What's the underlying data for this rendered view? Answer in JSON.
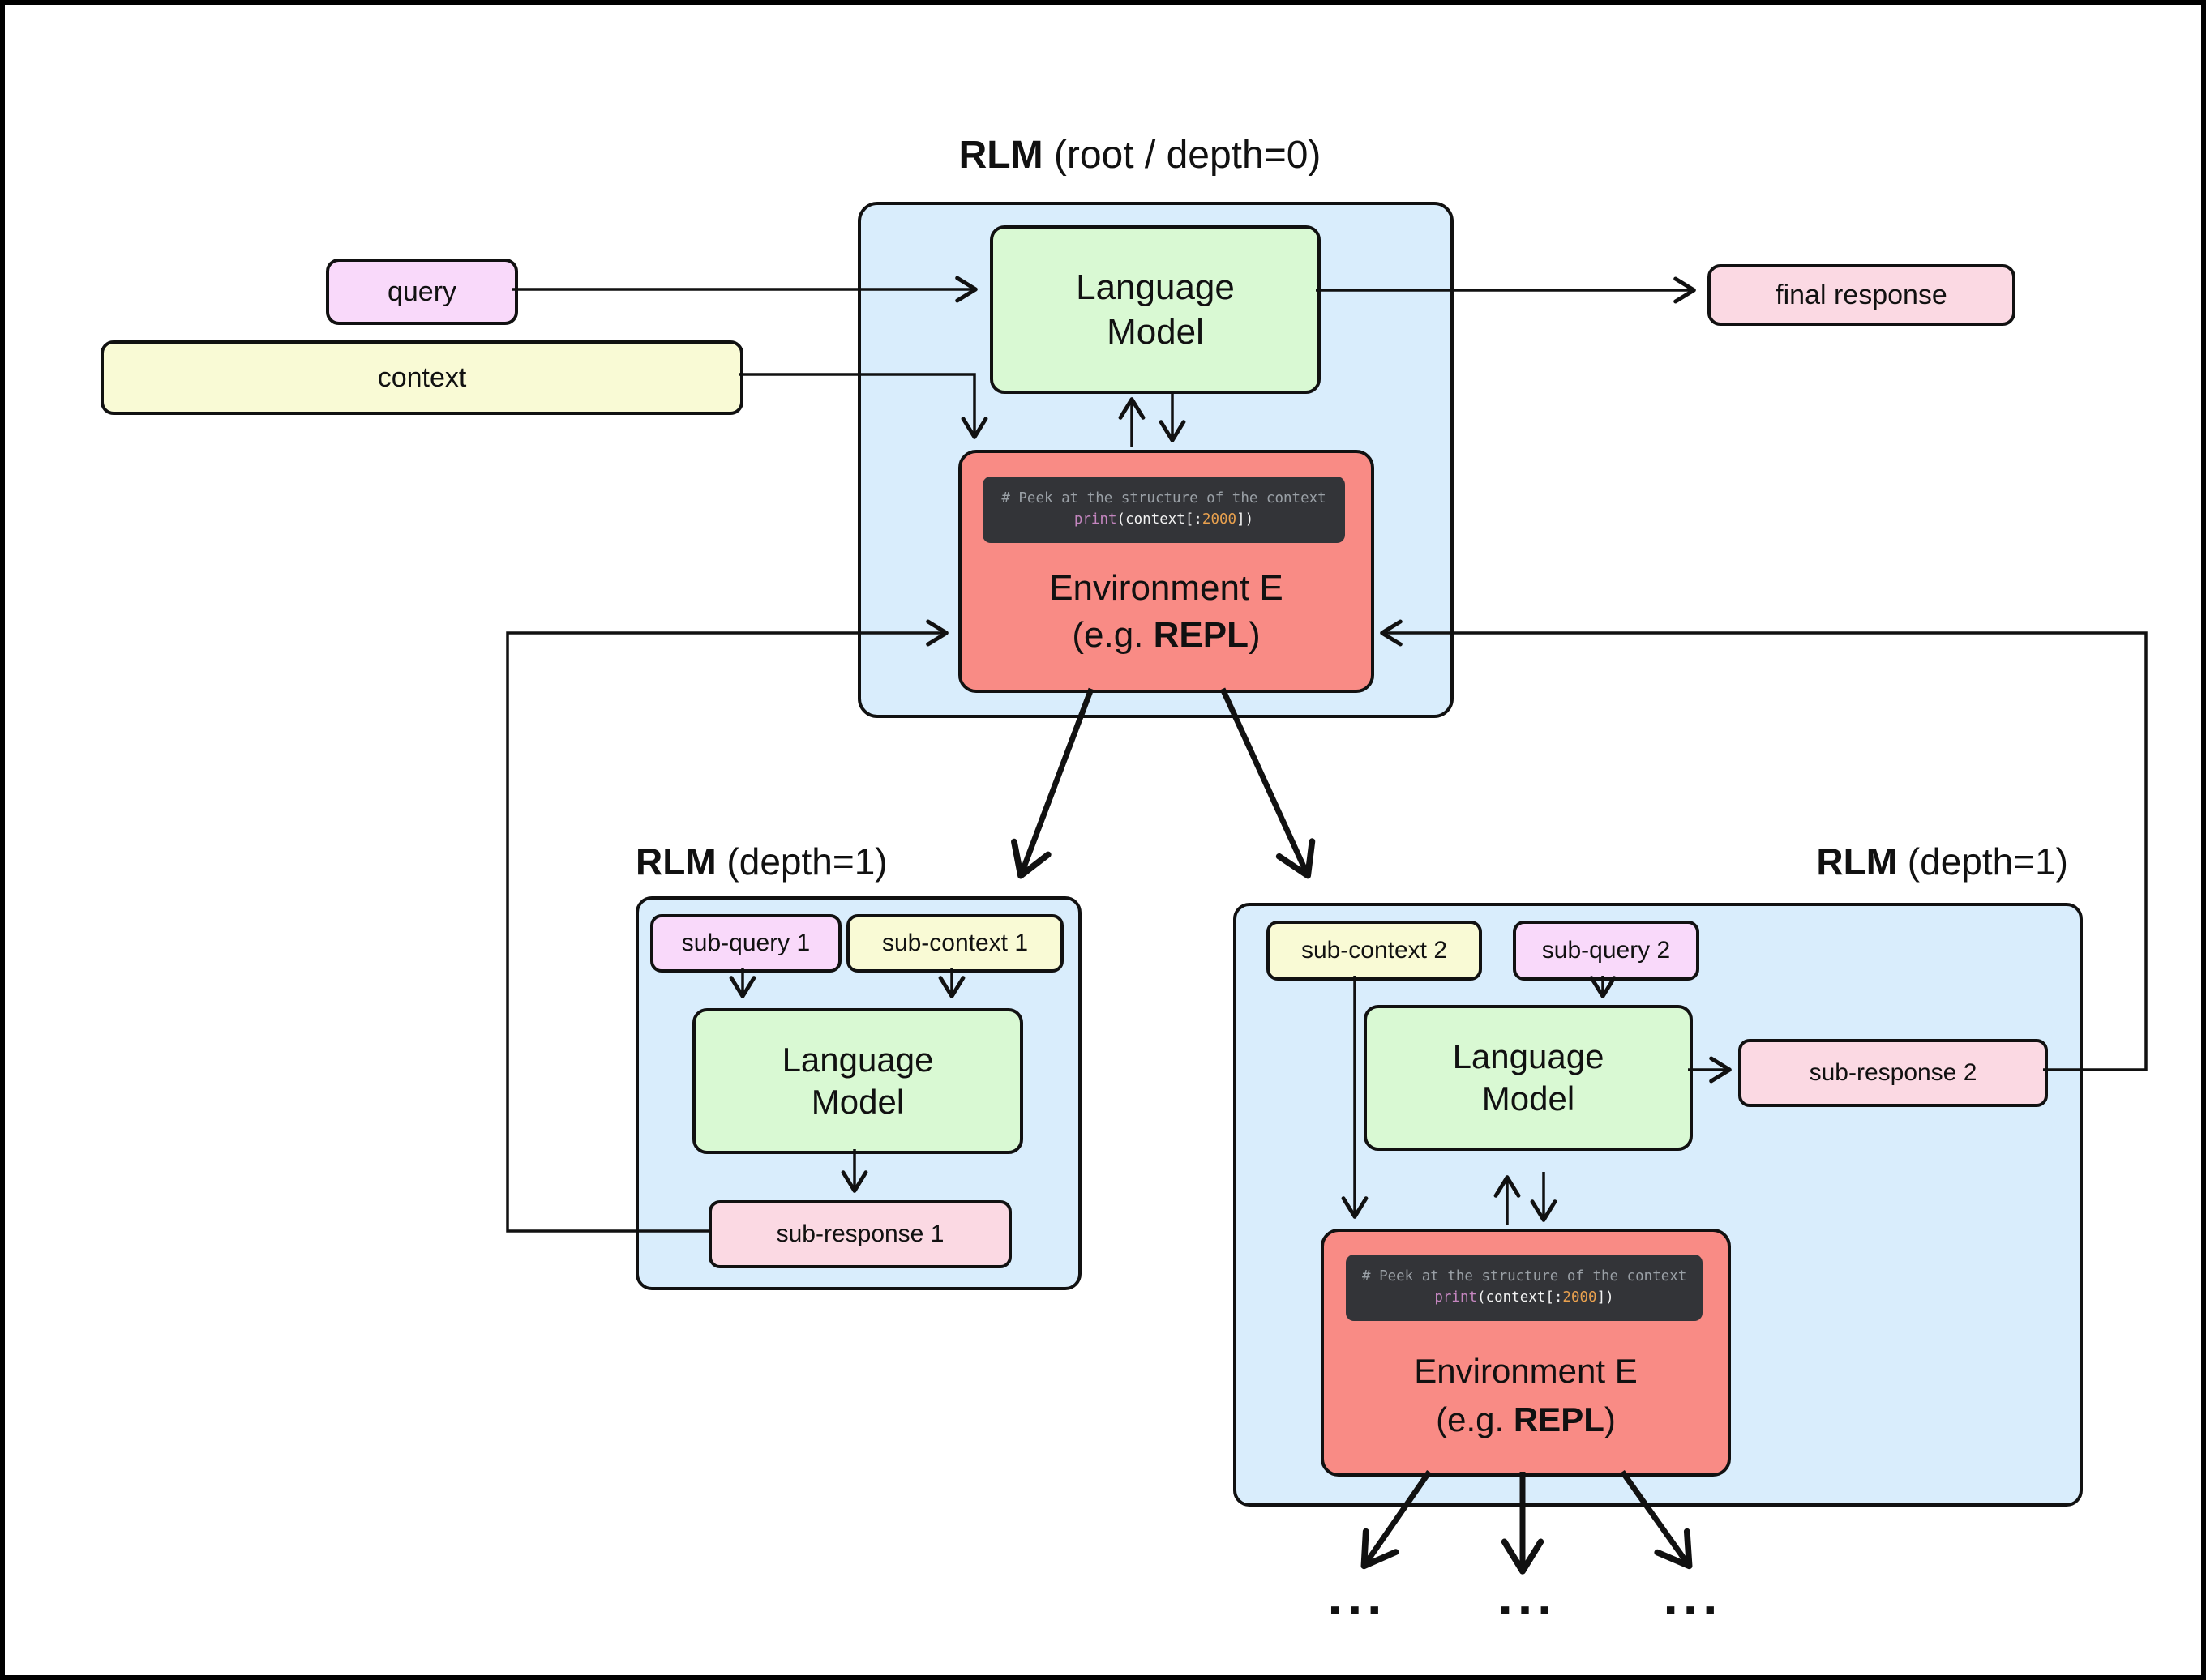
{
  "root": {
    "title": {
      "bold": "RLM",
      "rest": " (root / depth=0)"
    },
    "language_model": {
      "line1": "Language",
      "line2": "Model"
    },
    "environment": {
      "line1": "Environment E",
      "line2_pre": "(e.g. ",
      "line2_bold": "REPL",
      "line2_post": ")"
    }
  },
  "code": {
    "comment": "# Peek at the structure of the context",
    "kw": "print",
    "mid": "(context[:",
    "num": "2000",
    "end": "])"
  },
  "io": {
    "query": "query",
    "context": "context",
    "final_response": "final response"
  },
  "left": {
    "title": {
      "bold": "RLM",
      "rest": " (depth=1)"
    },
    "sub_query": "sub-query 1",
    "sub_context": "sub-context 1",
    "lm": {
      "line1": "Language",
      "line2": "Model"
    },
    "sub_response": "sub-response 1"
  },
  "right": {
    "title": {
      "bold": "RLM",
      "rest": " (depth=1)"
    },
    "sub_context": "sub-context 2",
    "sub_query": "sub-query 2",
    "lm": {
      "line1": "Language",
      "line2": "Model"
    },
    "sub_response": "sub-response 2",
    "environment": {
      "line1": "Environment E",
      "line2_pre": "(e.g. ",
      "line2_bold": "REPL",
      "line2_post": ")"
    },
    "ellipsis": "..."
  },
  "colors": {
    "cluster_bg": "#d9edfc",
    "lm_bg": "#d9f9d3",
    "env_bg": "#f98b85",
    "query_bg": "#f9d9fa",
    "context_bg": "#f9fad5",
    "response_bg": "#fbd9e3",
    "code_bg": "#333438",
    "code_comment": "#9aa0a6",
    "code_keyword": "#c586c0",
    "code_number": "#e8a04e",
    "stroke": "#111111"
  }
}
